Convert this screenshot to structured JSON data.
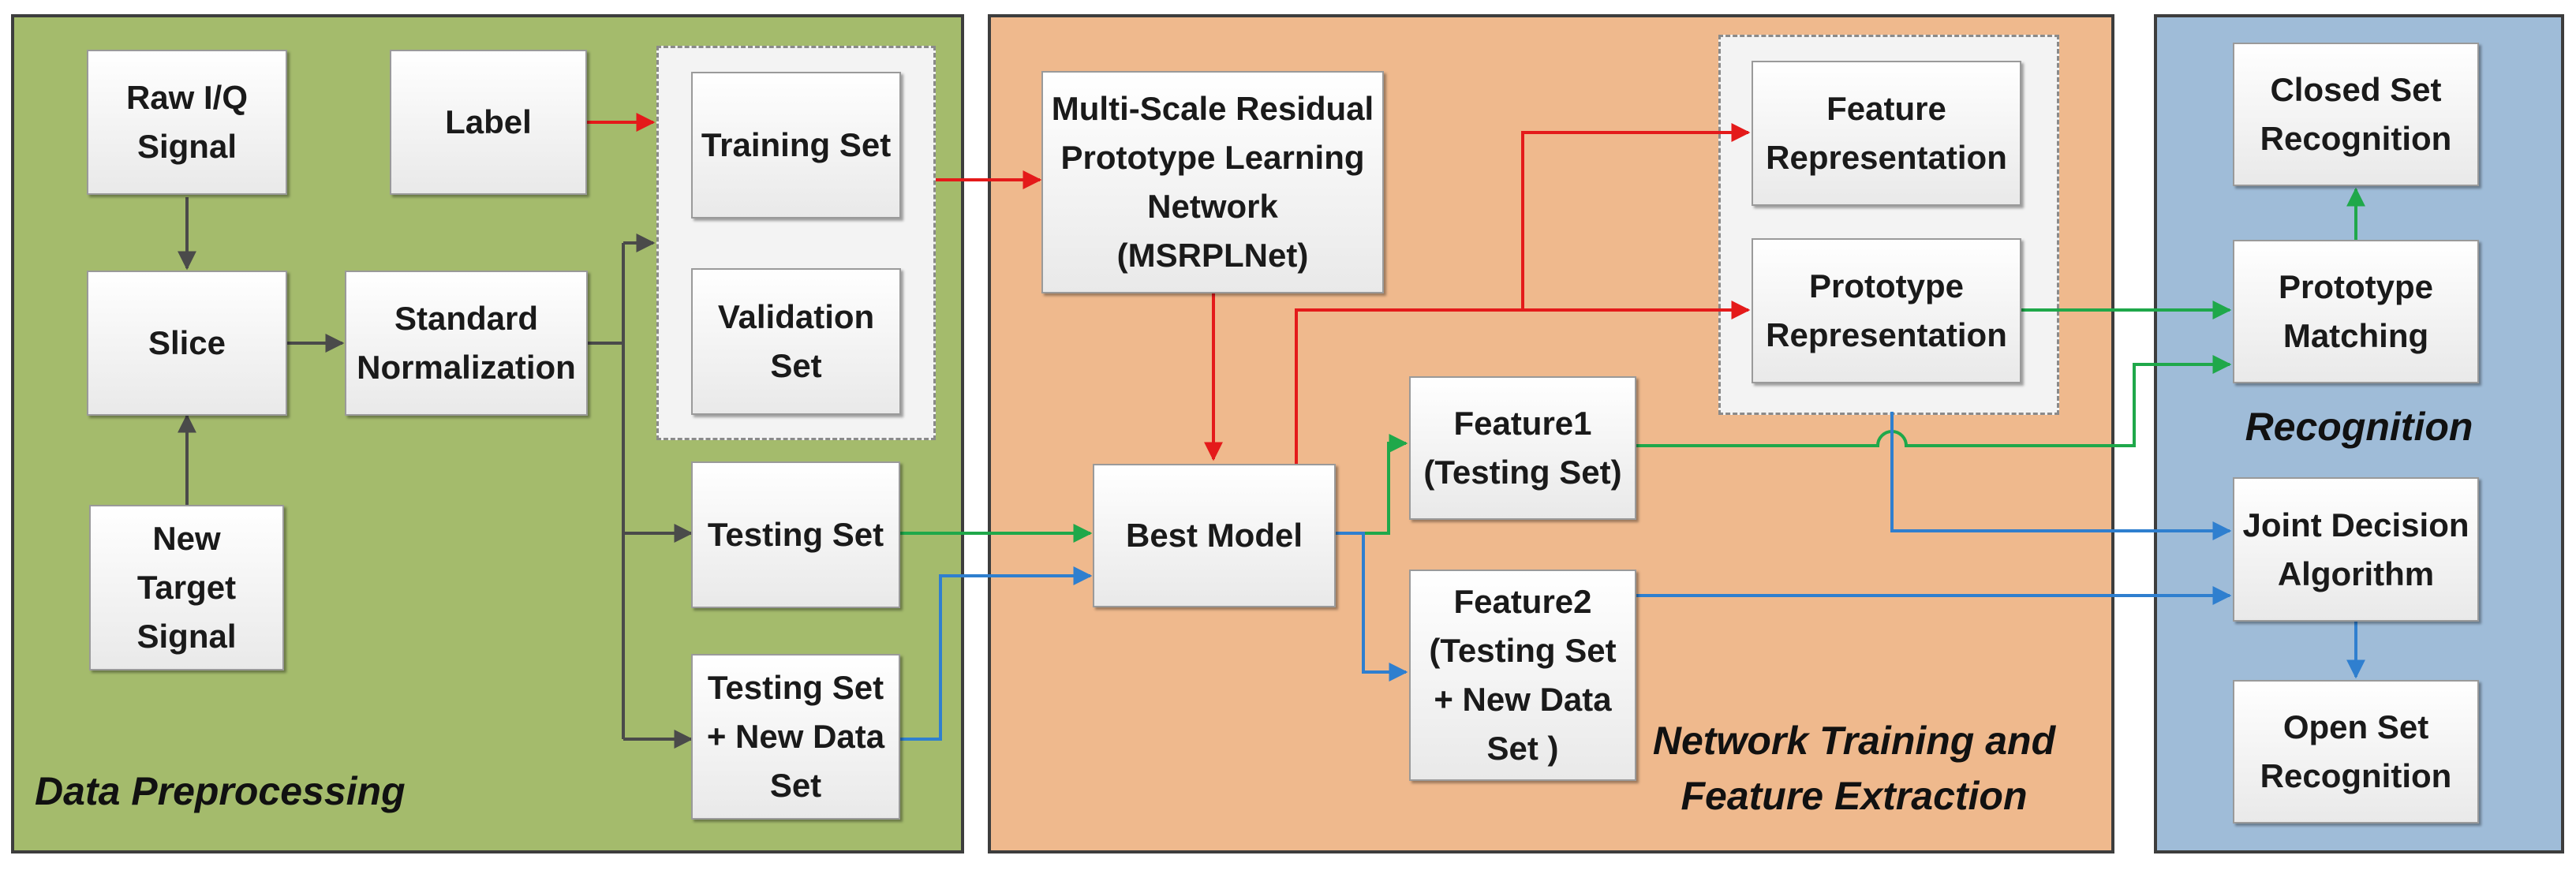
{
  "panels": {
    "preprocessing": "Data Preprocessing",
    "training": "Network Training and\nFeature Extraction",
    "recognition": "Recognition"
  },
  "nodes": {
    "raw_iq": "Raw  I/Q\nSignal",
    "label": "Label",
    "training_set": "Training Set",
    "validation_set": "Validation\nSet",
    "slice": "Slice",
    "standard_normalization": "Standard\nNormalization",
    "new_target": "New\nTarget\nSignal",
    "testing_set": "Testing Set",
    "testing_new": "Testing Set\n+ New Data\nSet",
    "msrplnet": "Multi-Scale Residual\nPrototype Learning\nNetwork\n(MSRPLNet)",
    "best_model": "Best Model",
    "feature1": "Feature1\n(Testing Set)",
    "feature2": "Feature2\n(Testing Set\n+ New Data\nSet )",
    "feature_repr": "Feature\nRepresentation",
    "prototype_repr": "Prototype\nRepresentation",
    "closed_set": "Closed Set\nRecognition",
    "prototype_matching": "Prototype\nMatching",
    "joint_decision": "Joint Decision\nAlgorithm",
    "open_set": "Open Set\nRecognition"
  },
  "colors": {
    "red": "#e41a1a",
    "green": "#1fa84a",
    "blue": "#2f7fcf",
    "dark": "#4a4a4a"
  }
}
